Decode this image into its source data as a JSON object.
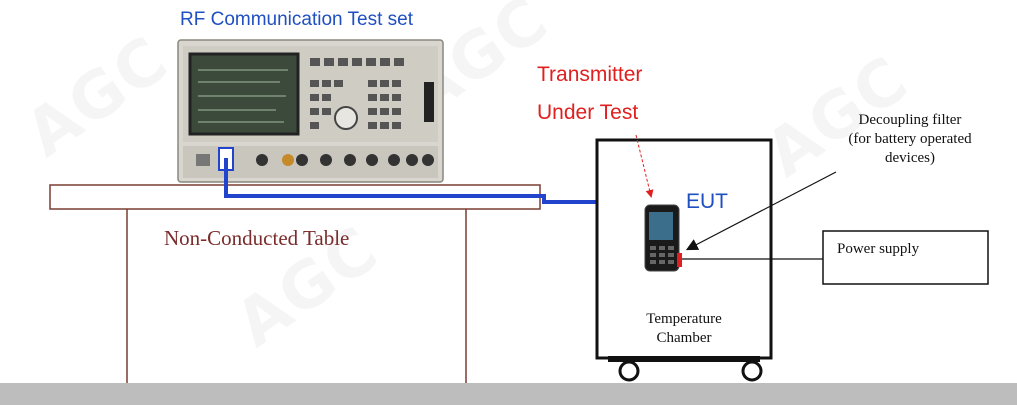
{
  "labels": {
    "test_set": "RF Communication Test set",
    "transmitter_line1": "Transmitter",
    "transmitter_line2": "Under Test",
    "eut": "EUT",
    "decoupling_line1": "Decoupling filter",
    "decoupling_line2": "(for battery operated",
    "decoupling_line3": "devices)",
    "power_supply": "Power supply",
    "table": "Non-Conducted Table",
    "chamber_line1": "Temperature",
    "chamber_line2": "Chamber"
  },
  "watermark": "AGC",
  "colors": {
    "test_set_label": "#1f4fc0",
    "transmitter_label": "#e02020",
    "eut_label": "#1f4fc0",
    "table_label": "#7a2c2c",
    "cable": "#2244cc",
    "floor": "#bdbdbd",
    "table_outline": "#7a3e32"
  }
}
